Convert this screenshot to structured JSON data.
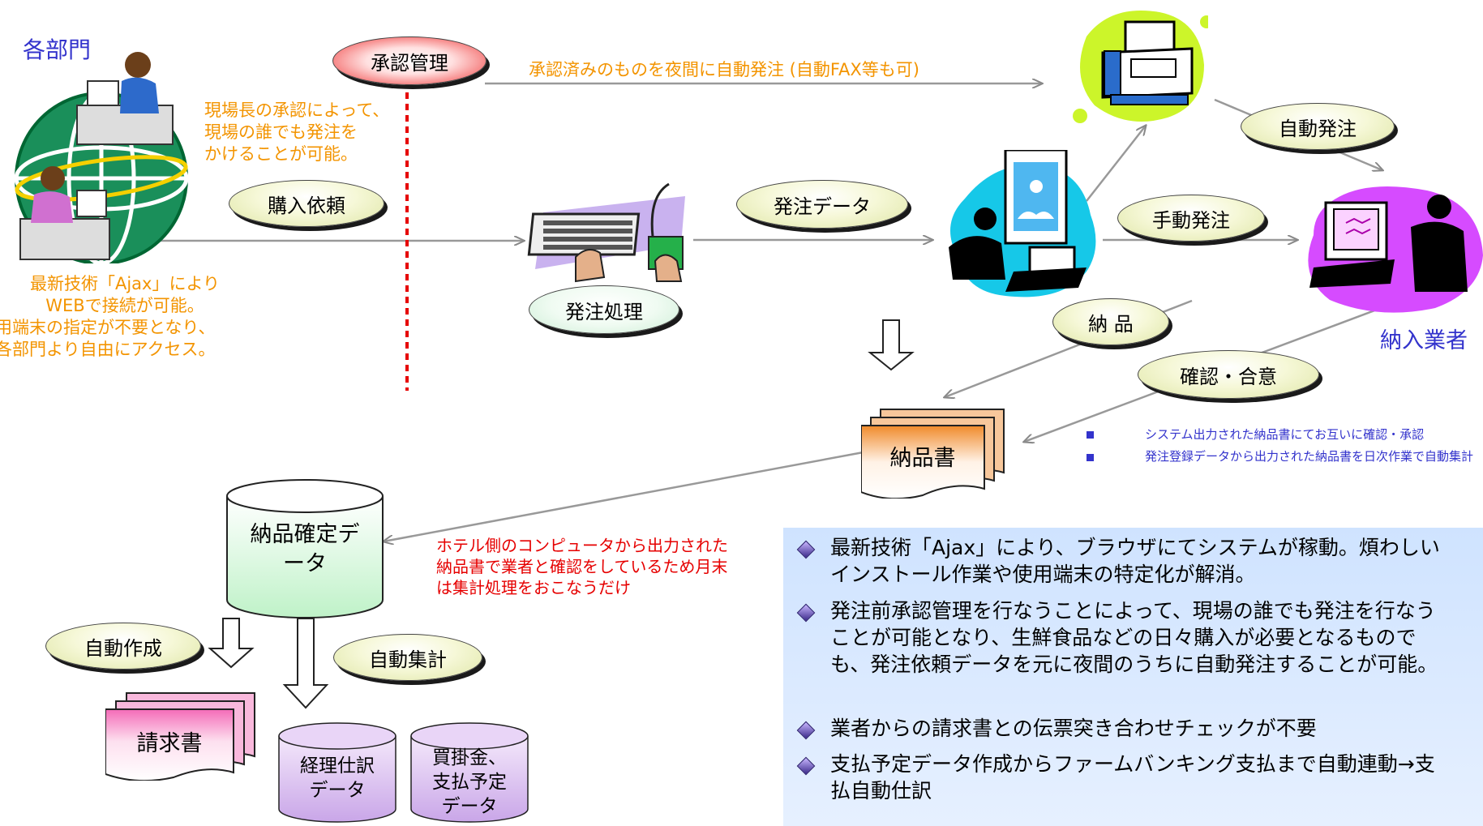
{
  "labels": {
    "depts": "各部門",
    "vendor": "納入業者",
    "approval": "承認管理",
    "purchase_request": "購入依頼",
    "order_processing": "発注処理",
    "order_data": "発注データ",
    "manual_order": "手動発注",
    "auto_order": "自動発注",
    "delivery": "納 品",
    "confirm_agree": "確認・合意",
    "delivery_slip": "納品書",
    "confirmed_data": "納品確定データ",
    "auto_create": "自動作成",
    "auto_aggregate": "自動集計",
    "invoice": "請求書",
    "accounting_entry": "経理仕訳データ",
    "payables": "買掛金、支払予定データ"
  },
  "texts": {
    "auto_night_order": "承認済みのものを夜間に自動発注 (自動FAX等も可)",
    "approval_note_1": "現場長の承認によって、",
    "approval_note_2": "現場の誰でも発注を",
    "approval_note_3": "かけることが可能。",
    "left_note_1": "最新技術「Ajax」により",
    "left_note_2": "WEBで接続が可能。",
    "left_note_3": "用端末の指定が不要となり、",
    "left_note_4": "各部門より自由にアクセス。",
    "hotel_note_1": "ホテル側のコンピュータから出力された",
    "hotel_note_2": "納品書で業者と確認をしているため月末",
    "hotel_note_3": "は集計処理をおこなうだけ",
    "small_note_1": "システム出力された納品書にてお互いに確認・承認",
    "small_note_2": "発注登録データから出力された納品書を日次作業で自動集計"
  },
  "bullets": [
    "最新技術「Ajax」により、ブラウザにてシステムが稼動。煩わしいインストール作業や使用端末の特定化が解消。",
    "発注前承認管理を行なうことによって、現場の誰でも発注を行なうことが可能となり、生鮮食品などの日々購入が必要となるものでも、発注依頼データを元に夜間のうちに自動発注することが可能。",
    "業者からの請求書との伝票突き合わせチェックが不要",
    "支払予定データ作成からファームバンキング支払まで自動連動→支払自動仕訳"
  ],
  "colors": {
    "orange_text": "#f39400",
    "red_text": "#e60000",
    "blue_text": "#3333cc",
    "panel": "#cfe3ff"
  }
}
